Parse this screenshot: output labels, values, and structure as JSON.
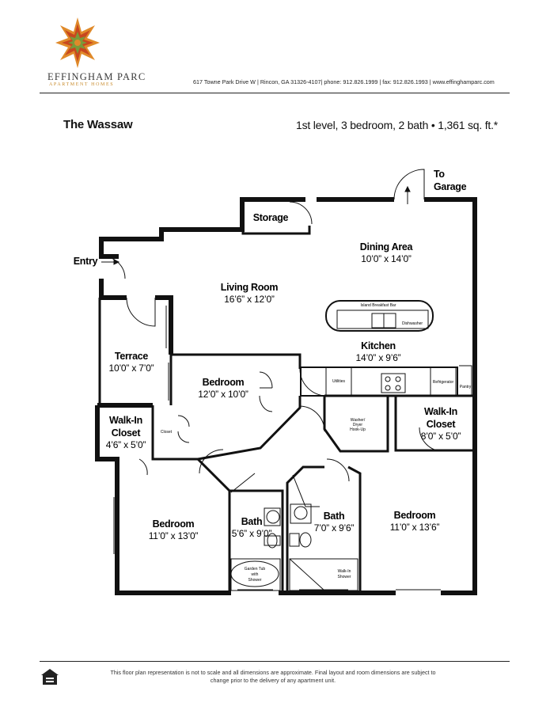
{
  "header": {
    "brand_name": "EFFINGHAM PARC",
    "brand_sub": "APARTMENT HOMES",
    "contact": "617 Towne Park Drive W | Rincon, GA 31326-4107| phone: 912.826.1999 | fax: 912.826.1993 | www.effinghamparc.com"
  },
  "plan": {
    "name": "The Wassaw",
    "spec": "1st level, 3 bedroom, 2 bath • 1,361 sq. ft.*"
  },
  "rooms": {
    "to_garage": [
      "To",
      "Garage"
    ],
    "storage": "Storage",
    "dining": {
      "label": "Dining Area",
      "dims": "10’0” x 14’0”"
    },
    "entry": "Entry",
    "living": {
      "label": "Living Room",
      "dims": "16’6” x 12’0”"
    },
    "terrace": {
      "label": "Terrace",
      "dims": "10’0” x 7’0”"
    },
    "bedroom_middle": {
      "label": "Bedroom",
      "dims": "12’0” x 10’0”"
    },
    "kitchen": {
      "label": "Kitchen",
      "dims": "14’0” x 9’6”"
    },
    "walkin_left": {
      "label1": "Walk-In",
      "label2": "Closet",
      "dims": "4’6” x 5’0”"
    },
    "walkin_right": {
      "label1": "Walk-In",
      "label2": "Closet",
      "dims": "8’0” x 5’0”"
    },
    "bedroom_left": {
      "label": "Bedroom",
      "dims": "11’0” x 13’0”"
    },
    "bath_left": {
      "label": "Bath",
      "dims": "5’6” x 9’0”"
    },
    "bath_right": {
      "label": "Bath",
      "dims": "7’0” x 9’6”"
    },
    "bedroom_right": {
      "label": "Bedroom",
      "dims": "11’0” x 13’6”"
    }
  },
  "fixtures": {
    "island": "Island Breakfast Bar",
    "dishwasher": "Dishwasher",
    "utilities": "Utilities",
    "refrigerator": "Refrigerator",
    "pantry": "Pantry",
    "washer": [
      "Washer/",
      "Dryer",
      "Hook-Up"
    ],
    "closet": "Closet",
    "garden_tub": [
      "Garden Tub",
      "with",
      "Shower"
    ],
    "walkin_shower": [
      "Walk-In",
      "Shower"
    ]
  },
  "footer": {
    "disclaimer": "This floor plan representation is not to scale and all dimensions are approximate. Final layout and room dimensions are subject to change prior to the delivery of any apartment unit."
  },
  "colors": {
    "wall": "#111111",
    "logo_orange": "#e08a2a",
    "logo_red": "#c8471f",
    "logo_green": "#7a9a3a"
  }
}
